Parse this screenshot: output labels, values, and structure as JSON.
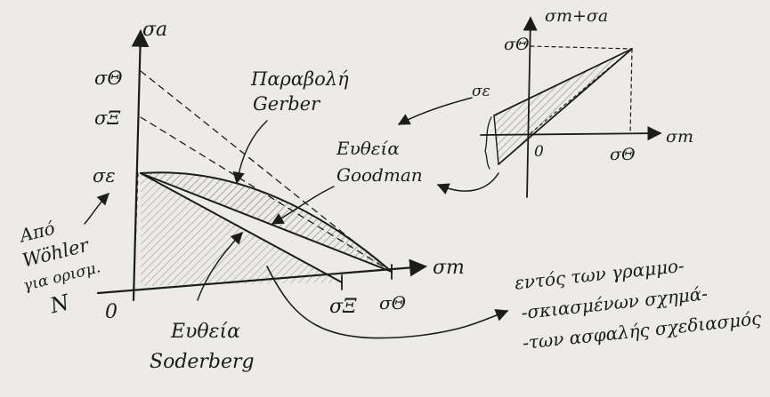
{
  "main_plot": {
    "y_axis_label": "σa",
    "y_ticks": {
      "sigma_theta": "σΘ",
      "sigma_xi": "σΞ",
      "sigma_e": "σε"
    },
    "x_axis_label": "σm",
    "x_ticks": {
      "sigma_xi": "σΞ",
      "sigma_theta": "σΘ"
    },
    "origin": "0",
    "curves": {
      "gerber_line1": "Παραβολή",
      "gerber_line2": "Gerber",
      "goodman_line1": "Ευθεία",
      "goodman_line2": "Goodman",
      "soderberg_line1": "Ευθεία",
      "soderberg_line2": "Soderberg"
    },
    "wohler_note": [
      "Από",
      "Wöhler",
      "για ορισμ.",
      "N"
    ]
  },
  "inset_plot": {
    "y_axis_label": "σm+σa",
    "y_tick": "σΘ",
    "x_axis_label": "σm",
    "x_tick": "σΘ",
    "origin": "0",
    "side_label": "σε"
  },
  "note_text": [
    "εντός των γραμμο-",
    "-σκιασμένων σχημά-",
    "-των ασφαλής σχεδιασμός"
  ],
  "colors": {
    "ink": "#1c1c1c",
    "paper": "#ecebe8",
    "hatch": "#6f6f6f"
  }
}
